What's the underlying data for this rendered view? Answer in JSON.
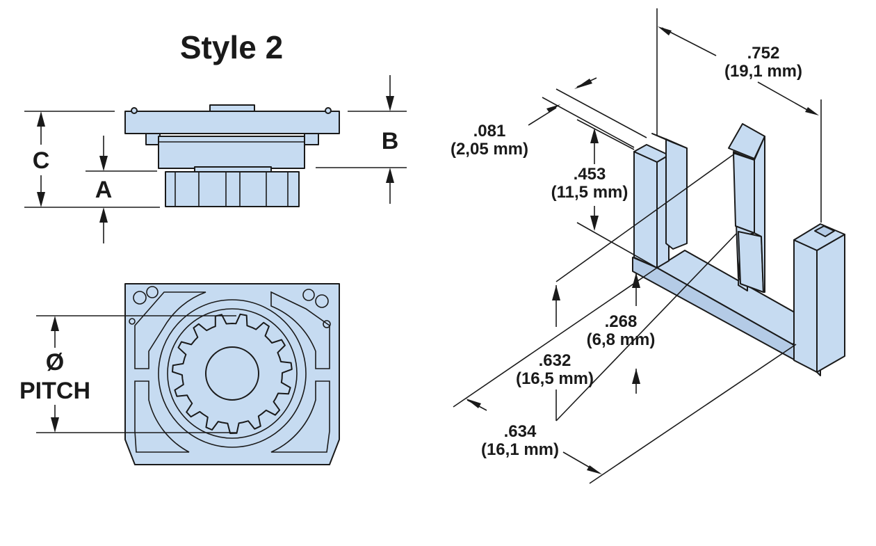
{
  "title": "Style 2",
  "side_view": {
    "labels": {
      "c": "C",
      "b": "B",
      "a": "A"
    }
  },
  "bottom_view": {
    "pitch_symbol": "Ø",
    "pitch_label": "PITCH"
  },
  "iso_view": {
    "dim_width": {
      "inch": ".752",
      "mm": "(19,1 mm)"
    },
    "dim_thickness": {
      "inch": ".081",
      "mm": "(2,05 mm)"
    },
    "dim_slot_depth": {
      "inch": ".453",
      "mm": "(11,5 mm)"
    },
    "dim_height": {
      "inch": ".268",
      "mm": "(6,8 mm)"
    },
    "dim_length_inner": {
      "inch": ".632",
      "mm": "(16,5 mm)"
    },
    "dim_length_outer": {
      "inch": ".634",
      "mm": "(16,1 mm)"
    }
  },
  "colors": {
    "part_fill": "#c6dbf1",
    "line": "#1a1a1a",
    "background": "#ffffff"
  }
}
